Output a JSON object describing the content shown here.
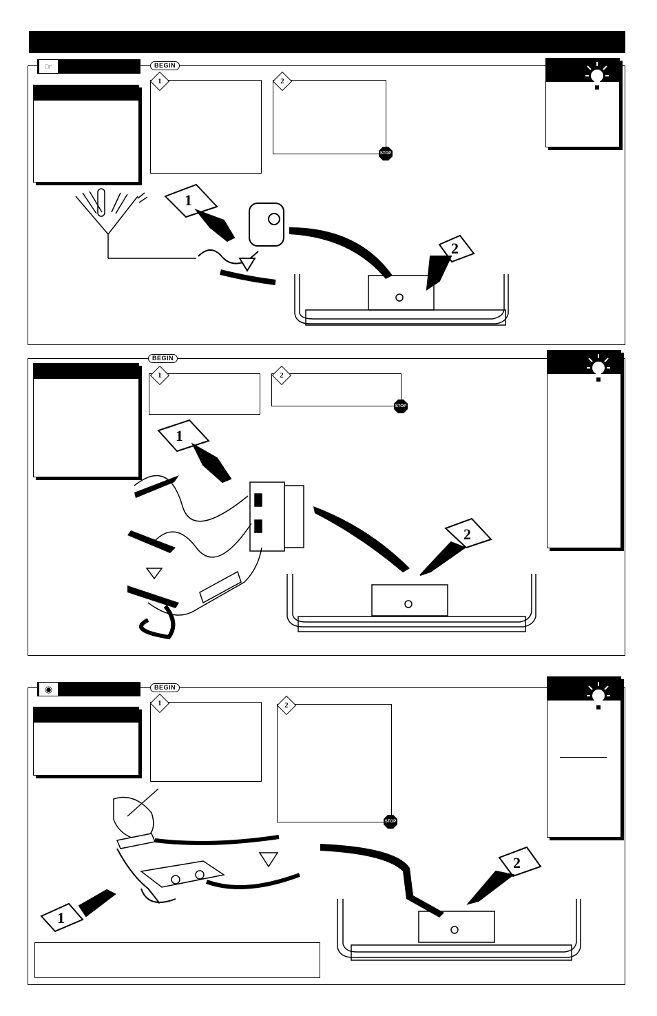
{
  "header": {
    "title": ""
  },
  "sections": [
    {
      "icon": "antenna-hand-icon",
      "begin_label": "BEGIN",
      "step1_number": "1",
      "step2_number": "2",
      "stop_label": "STOP",
      "hand1_number": "1",
      "hand2_number": "2"
    },
    {
      "begin_label": "BEGIN",
      "step1_number": "1",
      "step2_number": "2",
      "stop_label": "STOP",
      "hand1_number": "1",
      "hand2_number": "2"
    },
    {
      "icon": "satellite-icon",
      "begin_label": "BEGIN",
      "step1_number": "1",
      "step2_number": "2",
      "stop_label": "STOP",
      "hand1_number": "1",
      "hand2_number": "2"
    }
  ]
}
